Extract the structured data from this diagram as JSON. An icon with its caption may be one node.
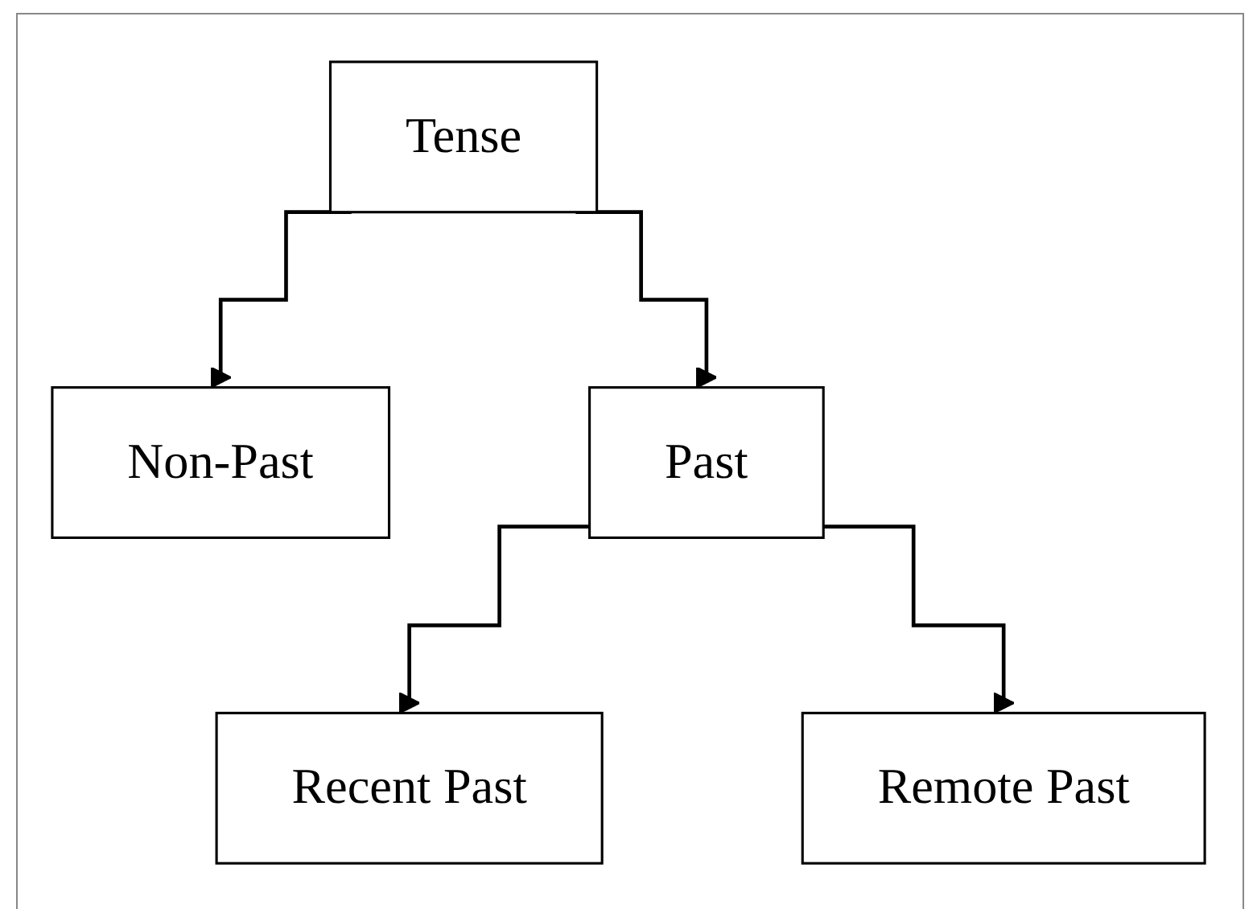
{
  "diagram": {
    "nodes": [
      {
        "text": [
          "Tense"
        ]
      },
      {
        "text": [
          "Non-Past"
        ]
      },
      {
        "text": [
          "Past"
        ]
      },
      {
        "text": [
          "Recent Past"
        ]
      },
      {
        "text": [
          "Remote Past"
        ]
      }
    ],
    "edges": [
      {
        "from": 0,
        "to": 1,
        "arrow": "to"
      },
      {
        "from": 0,
        "to": 2,
        "arrow": "to"
      },
      {
        "from": 2,
        "to": 3,
        "arrow": "to"
      },
      {
        "from": 2,
        "to": 4,
        "arrow": "to"
      }
    ]
  }
}
